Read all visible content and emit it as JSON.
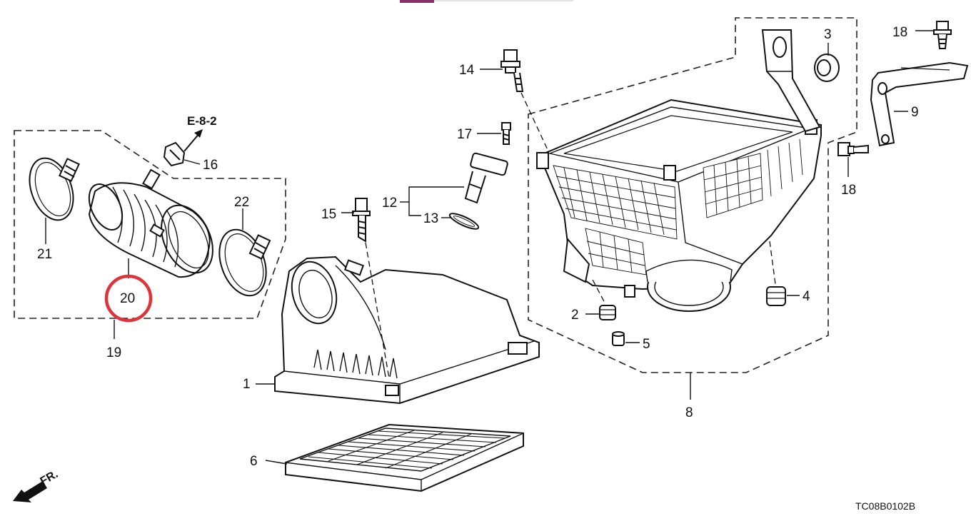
{
  "diagram": {
    "reference_ref": "E-8-2",
    "drawing_code": "TC08B0102B",
    "front_indicator": "FR.",
    "highlighted_part": "20",
    "highlight_color": "#e0323a",
    "line_color": "#111111",
    "top_bar_color": "#8a2e6b",
    "callouts": {
      "c1": "1",
      "c2": "2",
      "c3": "3",
      "c4": "4",
      "c5": "5",
      "c6": "6",
      "c8": "8",
      "c9": "9",
      "c12": "12",
      "c13": "13",
      "c14": "14",
      "c15": "15",
      "c16": "16",
      "c17": "17",
      "c18a": "18",
      "c18b": "18",
      "c19": "19",
      "c20": "20",
      "c21": "21",
      "c22": "22"
    }
  }
}
